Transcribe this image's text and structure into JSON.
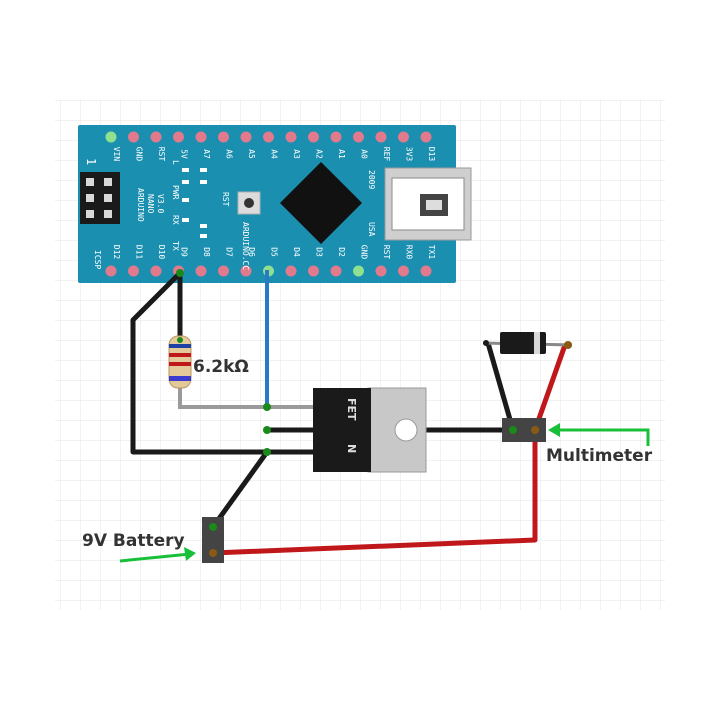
{
  "labels": {
    "resistor": "6.2kΩ",
    "battery": "9V Battery",
    "multimeter": "Multimeter"
  },
  "arduino": {
    "top_pins": [
      "D13",
      "3V3",
      "REF",
      "A0",
      "A1",
      "A2",
      "A3",
      "A4",
      "A5",
      "A6",
      "A7",
      "5V",
      "RST",
      "GND",
      "VIN"
    ],
    "bottom_pins": [
      "TX1",
      "RX0",
      "RST",
      "GND",
      "D2",
      "D3",
      "D4",
      "D5",
      "D6",
      "D7",
      "D8",
      "D9",
      "D10",
      "D11",
      "D12"
    ],
    "name": "ARDUINO",
    "model": "NANO",
    "version": "V3.0",
    "brand": "ARDUINO.CC",
    "year": "2009",
    "country": "USA",
    "rst_button": "RST",
    "leds": [
      "L",
      "PWR",
      "RX",
      "TX"
    ],
    "icsp": "ICSP",
    "header_index": "1"
  },
  "mosfet": {
    "marking_top": "FET",
    "marking_bottom": "N"
  },
  "colors": {
    "board": "#1b8fb0",
    "wire_black": "#1a1a1a",
    "wire_red": "#c0171b",
    "wire_blue": "#2a78c8",
    "wire_gray": "#9a9a9a",
    "arrow_green": "#18c03a",
    "pin_pink": "#e07a8c"
  }
}
